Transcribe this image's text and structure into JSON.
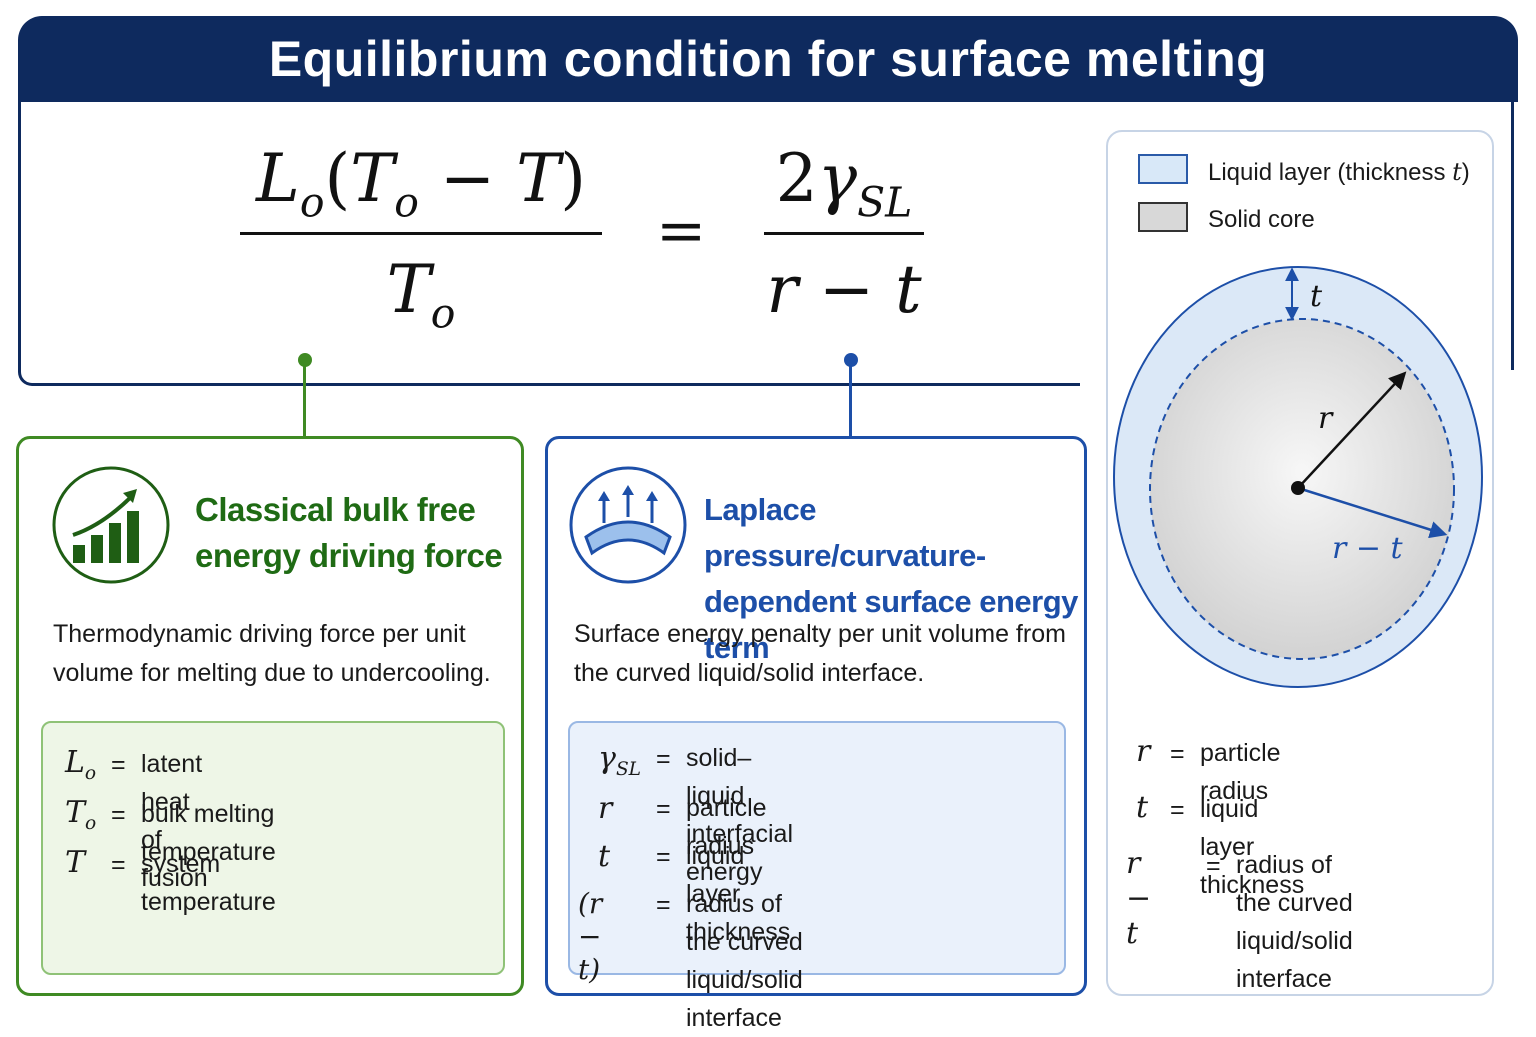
{
  "title": "Equilibrium condition for surface melting",
  "equation": {
    "left": {
      "num_L": "L",
      "num_L_sub": "o",
      "num_open": "(",
      "num_T1": "T",
      "num_T1_sub": "o",
      "num_minus": " − ",
      "num_T2": "T",
      "num_close": ")",
      "den_T": "T",
      "den_sub": "o"
    },
    "equals": "=",
    "right": {
      "num_2": "2",
      "num_gamma": "γ",
      "num_sub": "SL",
      "den": "r − t"
    }
  },
  "green_card": {
    "heading_line1": "Classical bulk free",
    "heading_line2": "energy driving force",
    "desc_line1": "Thermodynamic driving force per unit",
    "desc_line2": "volume for melting due to undercooling.",
    "defs": [
      {
        "sym": "L",
        "sub": "o",
        "eq": "=",
        "text": "latent heat of fusion"
      },
      {
        "sym": "T",
        "sub": "o",
        "eq": "=",
        "text": "bulk melting temperature"
      },
      {
        "sym": "T",
        "sub": "",
        "eq": "=",
        "text": "system temperature"
      }
    ],
    "color": "#1f6b14"
  },
  "blue_card": {
    "heading_line1": "Laplace pressure/curvature-",
    "heading_line2": "dependent surface energy term",
    "desc_line1": "Surface energy penalty per unit volume from",
    "desc_line2": "the curved liquid/solid interface.",
    "defs": [
      {
        "sym": "γ",
        "sub": "SL",
        "eq": "=",
        "text": "solid–liquid interfacial energy"
      },
      {
        "sym": "r",
        "sub": "",
        "eq": "=",
        "text": "particle radius"
      },
      {
        "sym": "t",
        "sub": "",
        "eq": "=",
        "text": "liquid layer thickness"
      },
      {
        "sym": "(r − t)",
        "sub": "",
        "eq": "=",
        "text": "radius of the curved liquid/solid",
        "text2": "interface"
      }
    ],
    "color": "#1d4fa8"
  },
  "diagram": {
    "legend": [
      {
        "label": "Liquid layer (thickness ",
        "label_sym": "t",
        "label_end": ")",
        "color": "#d8e8f8"
      },
      {
        "label": "Solid core",
        "color": "#d8d8d8"
      }
    ],
    "labels": {
      "t": "t",
      "r": "r",
      "r_minus_t": "r − t"
    },
    "defs": [
      {
        "sym": "r",
        "eq": "=",
        "text": "particle radius"
      },
      {
        "sym": "t",
        "eq": "=",
        "text": "liquid layer thickness"
      },
      {
        "sym": "r − t",
        "eq": "=",
        "text": "radius of the curved",
        "text2": "liquid/solid interface"
      }
    ]
  }
}
